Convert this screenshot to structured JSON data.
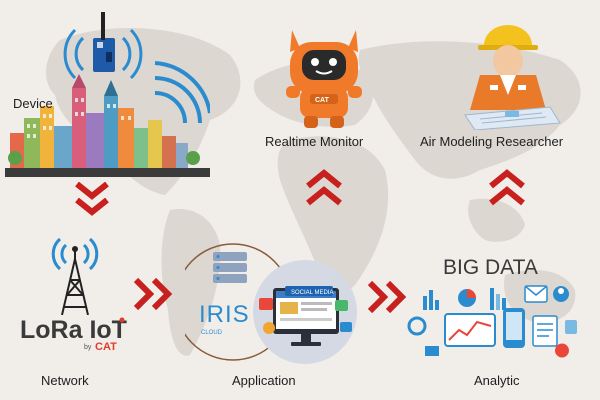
{
  "nodes": {
    "device": "Device",
    "network": "Network",
    "application": "Application",
    "analytic": "Analytic",
    "realtime_monitor": "Realtime Monitor",
    "researcher": "Air Modeling Researcher"
  },
  "logos": {
    "lora": "LoRa IoT",
    "lora_by": "by",
    "cat": "CAT",
    "iris": "IRIS",
    "iris_sub": "CLOUD",
    "social_media": "SOCIAL MEDIA",
    "big_data": "BIG DATA",
    "mascot_badge": "CAT"
  },
  "colors": {
    "background": "#f1eeea",
    "map": "#dcd7d0",
    "arrow": "#c8201e",
    "mascot": "#f07a2a",
    "accent_blue": "#2a8ccf",
    "text": "#1e1e1e"
  }
}
